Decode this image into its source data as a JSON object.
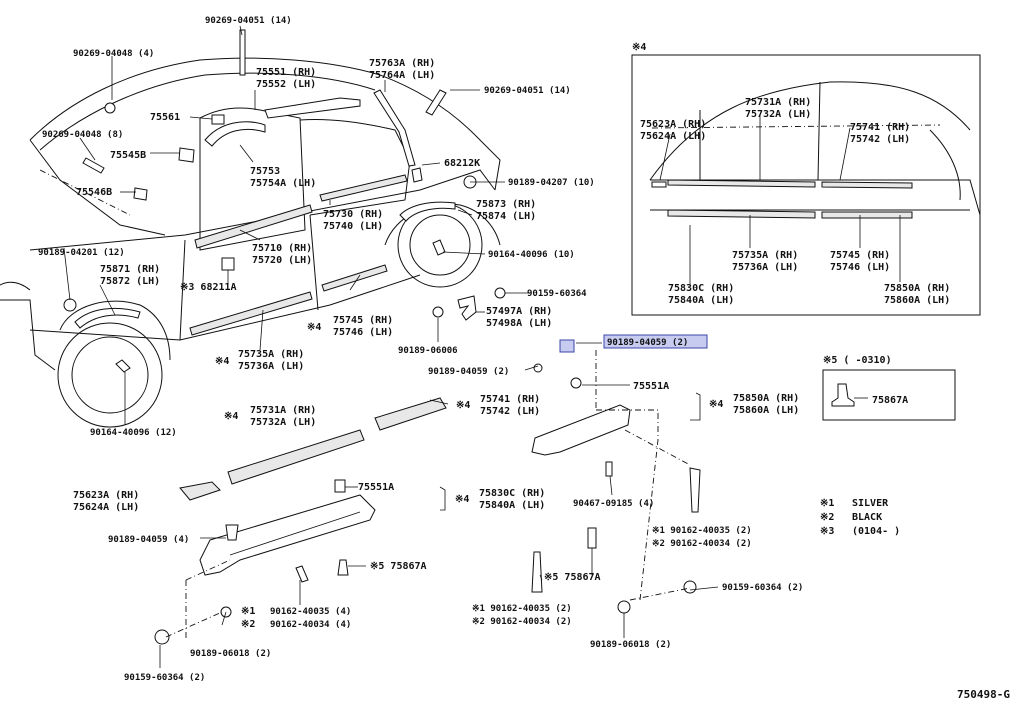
{
  "diagram_code": "750498-G",
  "inset": {
    "marker": "※4"
  },
  "note5": {
    "title": "※5 (      -0310)",
    "part": "75867A"
  },
  "legend": [
    {
      "mark": "※1",
      "text": "SILVER"
    },
    {
      "mark": "※2",
      "text": "BLACK"
    },
    {
      "mark": "※3",
      "text": "(0104-      )"
    }
  ],
  "labels": [
    "90269-04051 (14)",
    "90269-04048 (4)",
    "75551 (RH)",
    "75552 (LH)",
    "75763A (RH)",
    "75764A (LH)",
    "90269-04051 (14)",
    "75561",
    "90269-04048 (8)",
    "75545B",
    "75546B",
    "75753",
    "75754A (LH)",
    "68212K",
    "90189-04207 (10)",
    "75730 (RH)",
    "75740 (LH)",
    "75873 (RH)",
    "75874 (LH)",
    "90189-04201 (12)",
    "75710 (RH)",
    "75720 (LH)",
    "90164-40096 (10)",
    "75871 (RH)",
    "75872 (LH)",
    "※3 68211A",
    "90159-60364",
    "75745 (RH)",
    "75746 (LH)",
    "57497A (RH)",
    "57498A (LH)",
    "90189-06006",
    "75735A (RH)",
    "75736A (LH)",
    "90189-04059 (2)",
    "90164-40096 (12)",
    "75551A",
    "75850A (RH)",
    "75860A (LH)",
    "75731A (RH)",
    "75732A (LH)",
    "75741 (RH)",
    "75742 (LH)",
    "75623A (RH)",
    "75624A (LH)",
    "75551A",
    "75830C (RH)",
    "75840A (LH)",
    "90467-09185 (4)",
    "90189-04059 (4)",
    "※5 75867A",
    "※1 90162-40035 (2)",
    "※2 90162-40034 (2)",
    "※5 75867A",
    "90162-40035 (4)",
    "90162-40034 (4)",
    "90159-60364 (2)",
    "※1 90162-40035 (2)",
    "※2 90162-40034 (2)",
    "90189-06018 (2)",
    "90159-60364 (2)",
    "90189-06018 (2)",
    "75623A (RH)",
    "75624A (LH)",
    "75731A (RH)",
    "75732A (LH)",
    "75741 (RH)",
    "75742 (LH)",
    "75735A (RH)",
    "75736A (LH)",
    "75745 (RH)",
    "75746 (LH)",
    "75830C (RH)",
    "75840A (LH)",
    "75850A (RH)",
    "75860A (LH)"
  ],
  "highlighted": "90189-04059 (2)",
  "markers": [
    "※4",
    "※4",
    "※4",
    "※4",
    "※4",
    "※4"
  ]
}
